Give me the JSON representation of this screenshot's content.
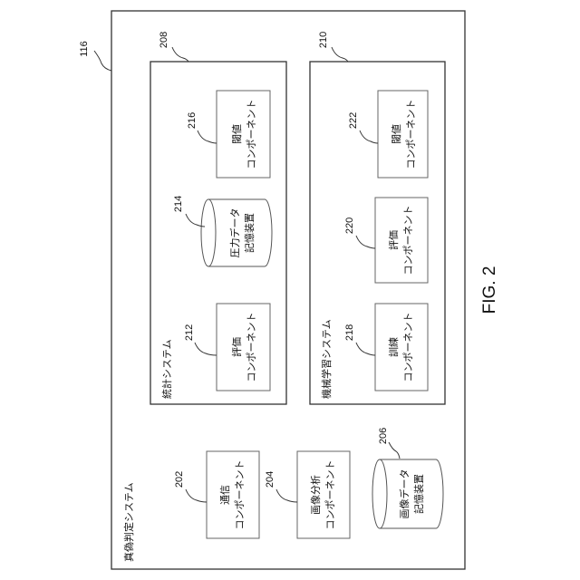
{
  "figure_label": "FIG. 2",
  "outer_system": {
    "ref": "116",
    "title": "真偽判定システム"
  },
  "statistics_system": {
    "ref": "208",
    "title": "統計システム"
  },
  "ml_system": {
    "ref": "210",
    "title": "機械学習システム"
  },
  "components": {
    "communication": {
      "ref": "202",
      "line1": "通信",
      "line2": "コンポーネント"
    },
    "image_analysis": {
      "ref": "204",
      "line1": "画像分析",
      "line2": "コンポーネント"
    },
    "image_data_storage": {
      "ref": "206",
      "line1": "画像データ",
      "line2": "記憶装置"
    },
    "stat_evaluation": {
      "ref": "212",
      "line1": "評価",
      "line2": "コンポーネント"
    },
    "pressure_data_storage": {
      "ref": "214",
      "line1": "圧力データ",
      "line2": "記憶装置"
    },
    "stat_threshold": {
      "ref": "216",
      "line1": "閾値",
      "line2": "コンポーネント"
    },
    "training": {
      "ref": "218",
      "line1": "訓練",
      "line2": "コンポーネント"
    },
    "ml_evaluation": {
      "ref": "220",
      "line1": "評価",
      "line2": "コンポーネント"
    },
    "ml_threshold": {
      "ref": "222",
      "line1": "閾値",
      "line2": "コンポーネント"
    }
  }
}
